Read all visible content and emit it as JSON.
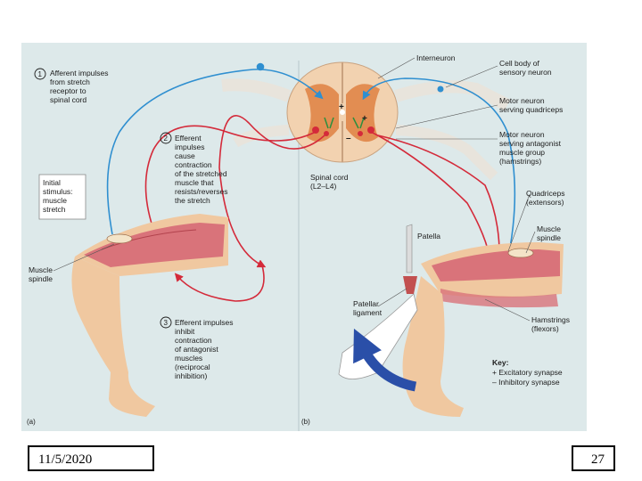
{
  "figure": {
    "panel_a": {
      "panel_label": "(a)",
      "step1": {
        "num": "1",
        "lines": [
          "Afferent impulses",
          "from stretch",
          "receptor to",
          "spinal cord"
        ]
      },
      "step2": {
        "num": "2",
        "lines": [
          "Efferent",
          "impulses",
          "cause",
          "contraction",
          "of the stretched",
          "muscle that",
          "resists/reverses",
          "the stretch"
        ]
      },
      "step3": {
        "num": "3",
        "lines": [
          "Efferent impulses",
          "inhibit",
          "contraction",
          "of antagonist",
          "muscles",
          "(reciprocal",
          "inhibition)"
        ]
      },
      "initial_stimulus": [
        "Initial",
        "stimulus:",
        "muscle",
        "stretch"
      ],
      "muscle_spindle": [
        "Muscle",
        "spindle"
      ]
    },
    "spinal": {
      "interneuron": "Interneuron",
      "cord_lines": [
        "Spinal cord",
        "(L2–L4)"
      ]
    },
    "panel_b": {
      "panel_label": "(b)",
      "cell_body": [
        "Cell body of",
        "sensory neuron"
      ],
      "motor_quad": [
        "Motor neuron",
        "serving quadriceps"
      ],
      "motor_antag": [
        "Motor neuron",
        "serving antagonist",
        "muscle group",
        "(hamstrings)"
      ],
      "quadriceps": [
        "Quadriceps",
        "(extensors)"
      ],
      "muscle_spindle": [
        "Muscle",
        "spindle"
      ],
      "patella": "Patella",
      "patellar_ligament": [
        "Patellar",
        "ligament"
      ],
      "hamstrings": [
        "Hamstrings",
        "(flexors)"
      ],
      "key": {
        "title": "Key:",
        "excitatory": "+ Excitatory synapse",
        "inhibitory": "– Inhibitory synapse"
      }
    }
  },
  "footer": {
    "date": "11/5/2020",
    "page": "27"
  },
  "colors": {
    "background": "#dde9ea",
    "afferent": "#2f8fd0",
    "efferent": "#d42a3a",
    "muscle": "#d9737a",
    "skin": "#f0c8a0",
    "arrow": "#2a4fa8"
  }
}
